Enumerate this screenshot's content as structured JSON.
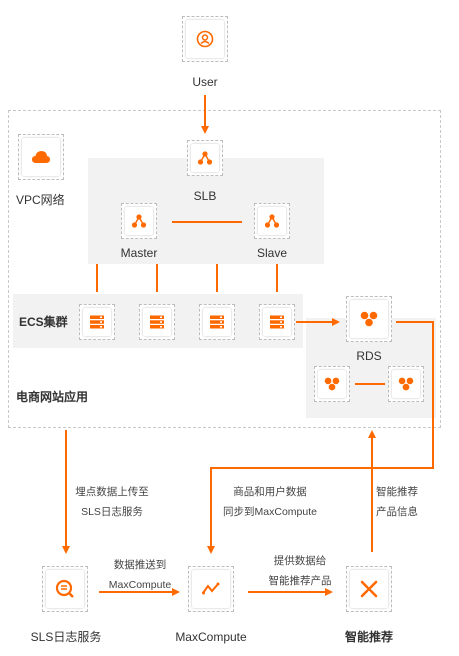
{
  "colors": {
    "accent": "#ff6a00",
    "panel": "#f2f2f2",
    "dashed_border": "#c8c8c8"
  },
  "nodes": {
    "user": {
      "label": "User",
      "icon": "user-icon"
    },
    "slb": {
      "label": "SLB",
      "icon": "slb-icon"
    },
    "master": {
      "label": "Master",
      "icon": "cluster-icon"
    },
    "slave": {
      "label": "Slave",
      "icon": "cluster-icon"
    },
    "vpc": {
      "label": "VPC网络",
      "icon": "cloud-icon"
    },
    "ecs": {
      "label": "ECS集群",
      "icon": "server-icon",
      "count": 4
    },
    "rds": {
      "label": "RDS",
      "icon": "database-icon",
      "replicas": 2
    },
    "ecommerce": {
      "label": "电商网站应用"
    },
    "sls": {
      "label": "SLS日志服务",
      "icon": "log-search-icon"
    },
    "maxcompute": {
      "label": "MaxCompute",
      "icon": "maxcompute-icon"
    },
    "recommend": {
      "label": "智能推荐",
      "icon": "recommend-icon"
    }
  },
  "edges": {
    "to_sls": [
      "埋点数据上传至",
      "SLS日志服务"
    ],
    "rds_to_maxcompute": [
      "商品和用户数据",
      "同步到MaxCompute"
    ],
    "recommend_to_app": [
      "智能推荐",
      "产品信息"
    ],
    "sls_to_maxcompute": [
      "数据推送到",
      "MaxCompute"
    ],
    "maxcompute_to_recommend": [
      "提供数据给",
      "智能推荐产品"
    ]
  }
}
